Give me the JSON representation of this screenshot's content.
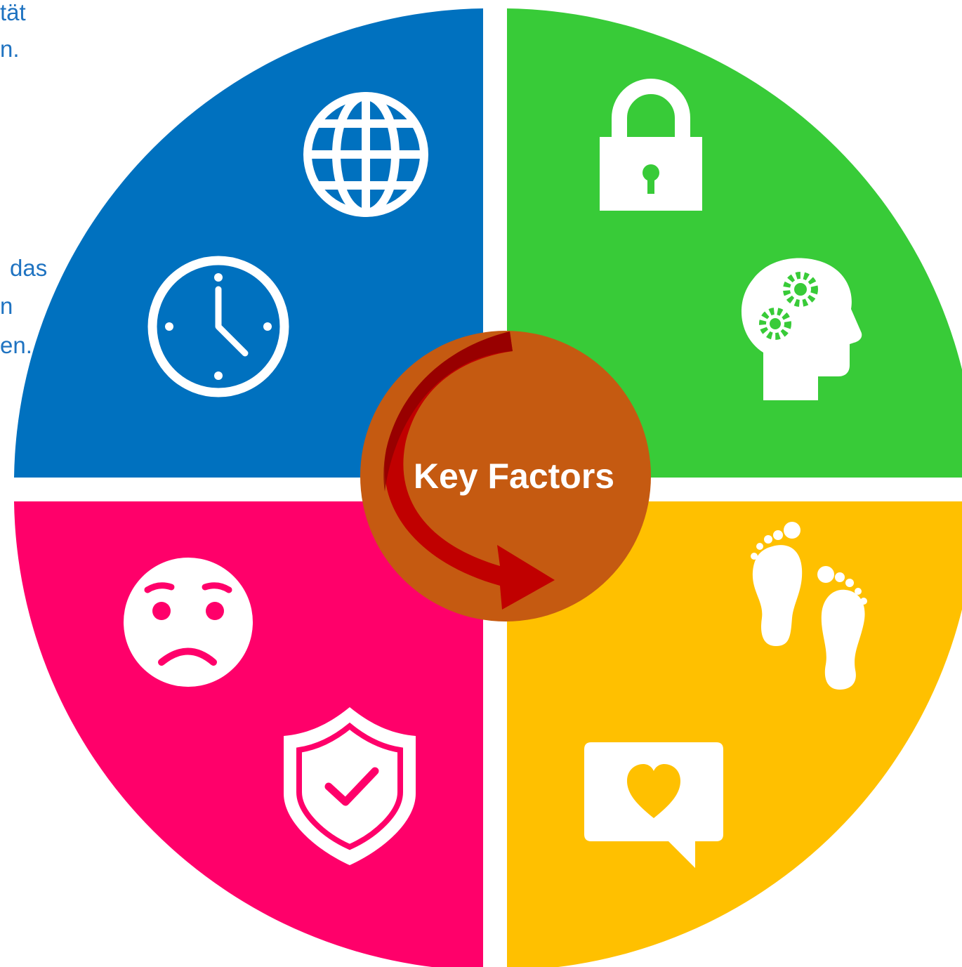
{
  "side_text": {
    "top": [
      "tät",
      "n."
    ],
    "middle": [
      "das",
      "n",
      "en."
    ]
  },
  "center": {
    "label": "Key Factors"
  },
  "quadrants": [
    {
      "id": "top-left",
      "color": "#0071bf",
      "icons": [
        "globe-icon",
        "clock-icon"
      ]
    },
    {
      "id": "top-right",
      "color": "#38cb38",
      "icons": [
        "padlock-icon",
        "head-gears-icon"
      ]
    },
    {
      "id": "bottom-left",
      "color": "#ff006a",
      "icons": [
        "worried-face-icon",
        "shield-check-icon"
      ]
    },
    {
      "id": "bottom-right",
      "color": "#ffc000",
      "icons": [
        "footprints-icon",
        "heart-speech-bubble-icon"
      ]
    }
  ],
  "colors": {
    "hub": "#c55a11",
    "arrow": "#c00000",
    "arrow_dark": "#8b0000",
    "divider": "#ffffff",
    "side_text": "#1f73c1"
  }
}
